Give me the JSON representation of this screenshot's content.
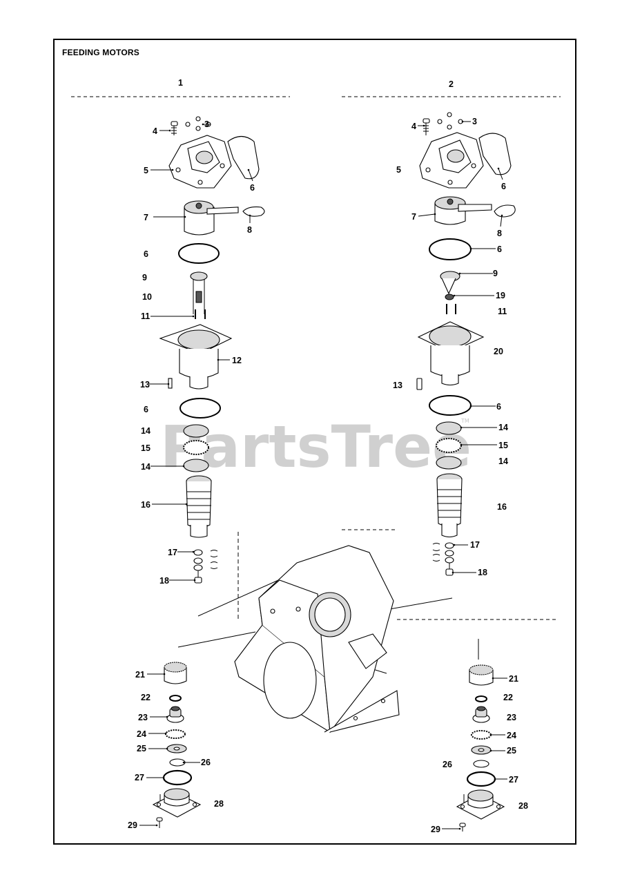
{
  "title": "FEEDING MOTORS",
  "watermark": "PartsTree",
  "watermark_tm": "TM",
  "groups": [
    {
      "label": "1"
    },
    {
      "label": "2"
    }
  ],
  "callouts_left": [
    "4",
    "3",
    "5",
    "6",
    "7",
    "8",
    "6",
    "9",
    "10",
    "11",
    "12",
    "13",
    "6",
    "14",
    "15",
    "14",
    "16",
    "17",
    "18"
  ],
  "callouts_right": [
    "4",
    "3",
    "5",
    "6",
    "7",
    "8",
    "6",
    "9",
    "19",
    "11",
    "20",
    "13",
    "6",
    "14",
    "15",
    "14",
    "16",
    "17",
    "18"
  ],
  "callouts_bottom_left": [
    "21",
    "22",
    "23",
    "24",
    "25",
    "26",
    "27",
    "28",
    "29"
  ],
  "callouts_bottom_right": [
    "21",
    "22",
    "23",
    "24",
    "25",
    "26",
    "27",
    "28",
    "29"
  ]
}
